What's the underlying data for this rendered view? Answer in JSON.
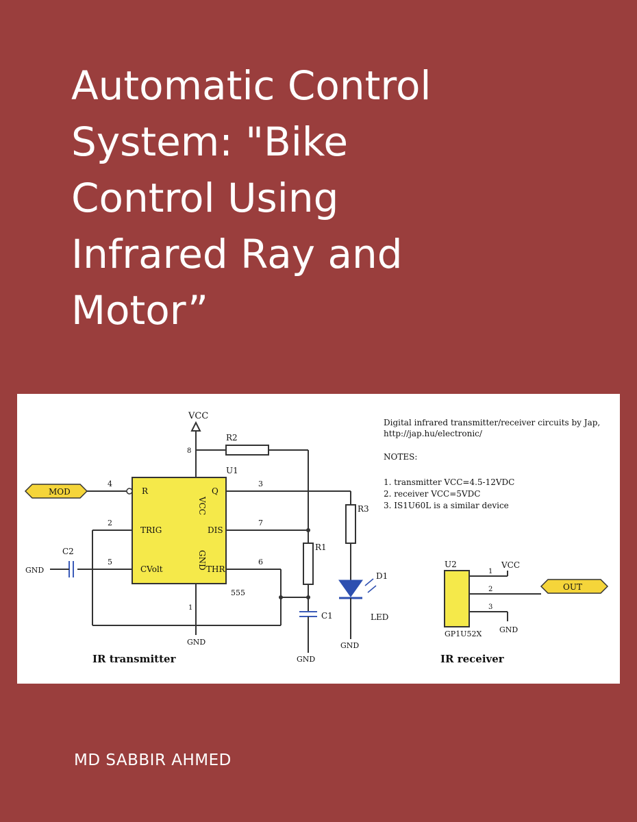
{
  "cover": {
    "title_lines": [
      "Automatic Control",
      "System: \"Bike",
      "Control Using",
      "Infrared Ray and",
      "Motor”"
    ],
    "author": "MD SABBIR AHMED",
    "background_color": "#9a3e3d"
  },
  "schematic": {
    "notes": [
      "Digital infrared transmitter/receiver circuits by Jap,",
      "http://jap.hu/electronic/",
      "NOTES:",
      "1. transmitter VCC=4.5-12VDC",
      "2. receiver VCC=5VDC",
      "3. IS1U60L is a similar device"
    ],
    "transmitter": {
      "caption": "IR transmitter",
      "chip": "U1",
      "chip_part": "555",
      "pins": [
        "R",
        "TRIG",
        "CVolt",
        "Q",
        "DIS",
        "THR",
        "VCC",
        "GND"
      ],
      "pin_numbers": [
        "4",
        "2",
        "5",
        "3",
        "7",
        "6",
        "8",
        "1"
      ],
      "parts": [
        "R2",
        "R1",
        "R3",
        "C1",
        "C2",
        "D1",
        "LED"
      ],
      "mod_label": "MOD",
      "vcc": "VCC",
      "gnd": "GND"
    },
    "receiver": {
      "caption": "IR receiver",
      "chip": "U2",
      "chip_part": "GP1U52X",
      "pin_numbers": [
        "1",
        "2",
        "3"
      ],
      "out_label": "OUT",
      "vcc": "VCC",
      "gnd": "GND"
    }
  }
}
